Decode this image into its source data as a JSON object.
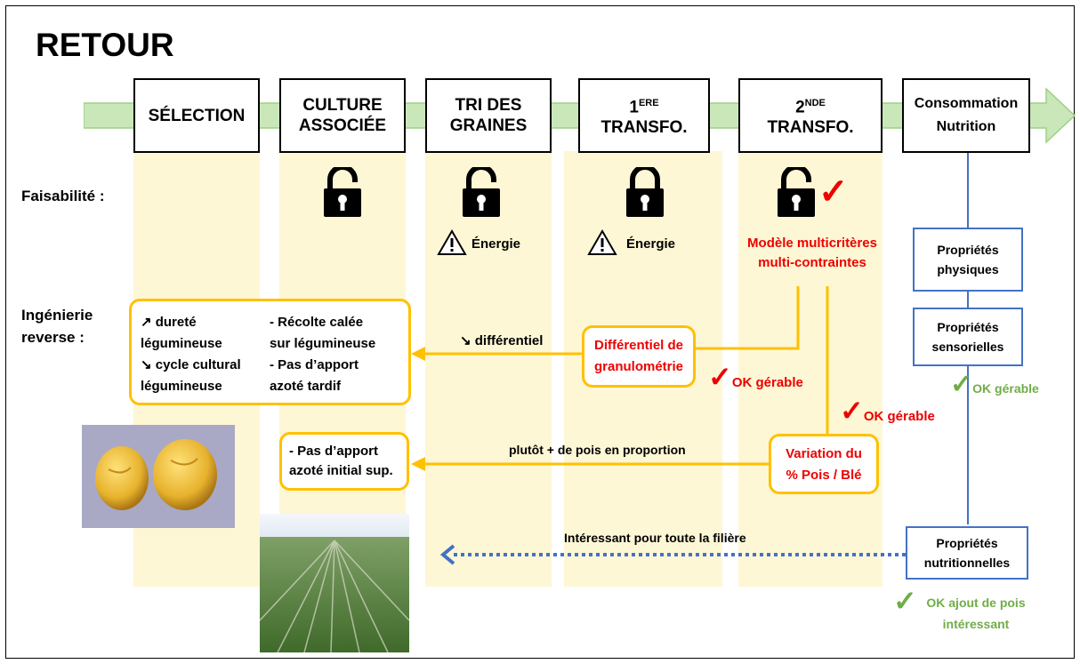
{
  "title": "RETOUR",
  "stages": [
    {
      "id": "selection",
      "label": "SÉLECTION"
    },
    {
      "id": "culture",
      "label": "CULTURE\nASSOCIÉE"
    },
    {
      "id": "tri",
      "label": "TRI DES\nGRAINES"
    },
    {
      "id": "transfo1",
      "num": "1",
      "sup": "ERE",
      "label": "TRANSFO."
    },
    {
      "id": "transfo2",
      "num": "2",
      "sup": "NDE",
      "label": "TRANSFO."
    },
    {
      "id": "conso",
      "label": "Consommation\nNutrition"
    }
  ],
  "row_labels": {
    "faisabilite": "Faisabilité :",
    "ingenierie": "Ingénierie\nreverse :"
  },
  "feasibility": {
    "culture_lock": "unlocked",
    "tri_lock": "unlocked",
    "transfo1_lock": "locked",
    "transfo2_lock": "unlocked",
    "warning_tri": "Énergie",
    "warning_transfo1": "Énergie",
    "transfo2_check": "✓",
    "model_text": "Modèle multicritères\nmulti-contraintes"
  },
  "reverse_box": {
    "left": "↗ dureté\nlégumineuse\n↘ cycle cultural\nlégumineuse",
    "right": "- Récolte calée\nsur légumineuse\n- Pas d’apport\nazoté tardif"
  },
  "differentiel_label": "↘ différentiel",
  "granulo_box": "Différentiel de\ngranulométrie",
  "ok_gerable_1": "OK gérable",
  "ok_gerable_2": "OK gérable",
  "ok_gerable_3": "OK gérable",
  "apport_box": "- Pas d’apport\nazoté initial sup.",
  "proportion_label": "plutôt + de pois en proportion",
  "variation_box": "Variation du\n% Pois / Blé",
  "interessant_label": "Intéressant pour toute la filière",
  "proprietes": {
    "physiques": "Propriétés\nphysiques",
    "sensorielles": "Propriétés\nsensorielles",
    "nutritionnelles": "Propriétés\nnutritionnelles"
  },
  "ok_ajout": "OK ajout de pois\nintéressant",
  "check": "✓",
  "colors": {
    "arrow_green": "#c9e7b8",
    "column_yellow": "#fdf7d5",
    "orange": "#ffc000",
    "blue": "#4472c4",
    "red": "#ee0000",
    "green": "#70ad47"
  }
}
